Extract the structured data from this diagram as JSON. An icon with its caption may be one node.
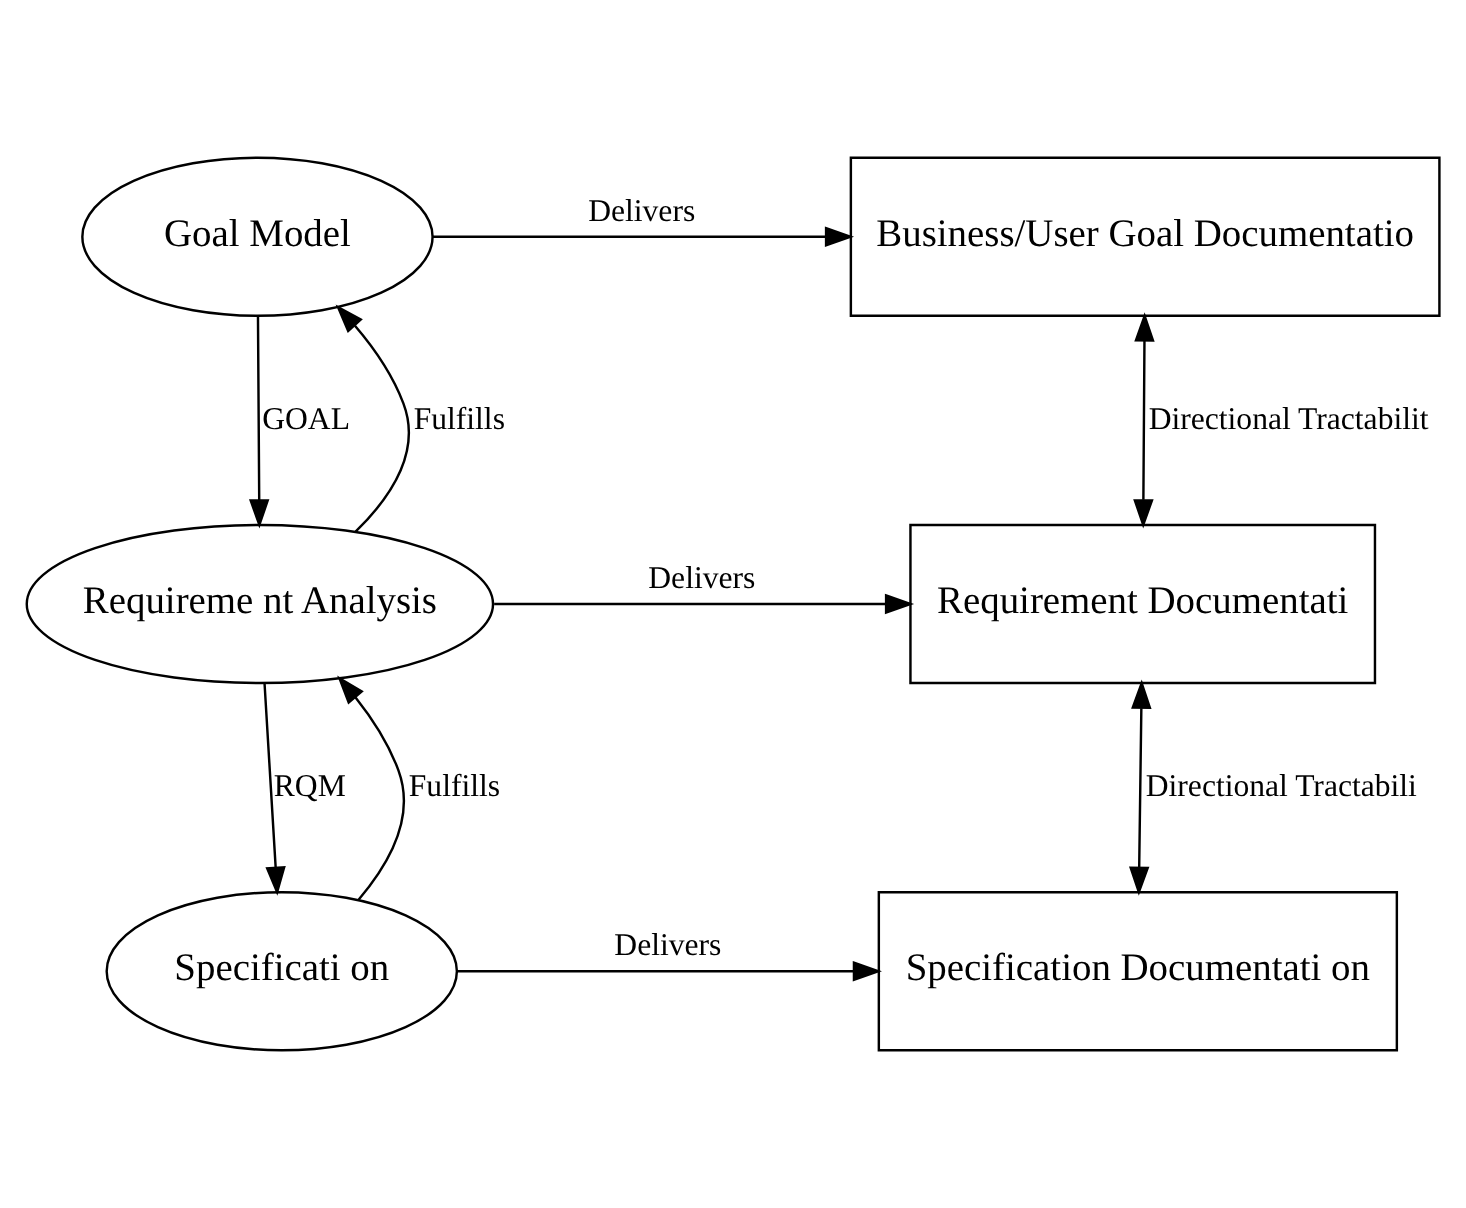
{
  "diagram": {
    "nodes": [
      {
        "text": [
          "Goal Model"
        ]
      },
      {
        "text": [
          "Business/User Goal Documentatio"
        ]
      },
      {
        "text": [
          "Requireme nt Analysis"
        ]
      },
      {
        "text": [
          "Requirement Documentati"
        ]
      },
      {
        "text": [
          "Specificati on"
        ]
      },
      {
        "text": [
          "Specification Documentati on"
        ]
      }
    ],
    "edges": [
      {
        "from": 0,
        "to": 1,
        "arrow": "to",
        "label": "Delivers"
      },
      {
        "from": 0,
        "to": 2,
        "arrow": "to",
        "label": "GOAL"
      },
      {
        "from": 2,
        "to": 0,
        "arrow": "to",
        "label": "Fulfills"
      },
      {
        "from": 1,
        "to": 3,
        "arrow": "both",
        "label": "Directional Tractabilit"
      },
      {
        "from": 2,
        "to": 3,
        "arrow": "to",
        "label": "Delivers"
      },
      {
        "from": 2,
        "to": 4,
        "arrow": "to",
        "label": "RQM"
      },
      {
        "from": 4,
        "to": 2,
        "arrow": "to",
        "label": "Fulfills"
      },
      {
        "from": 3,
        "to": 5,
        "arrow": "both",
        "label": "Directional Tractabili"
      },
      {
        "from": 4,
        "to": 5,
        "arrow": "to",
        "label": "Delivers"
      }
    ]
  }
}
